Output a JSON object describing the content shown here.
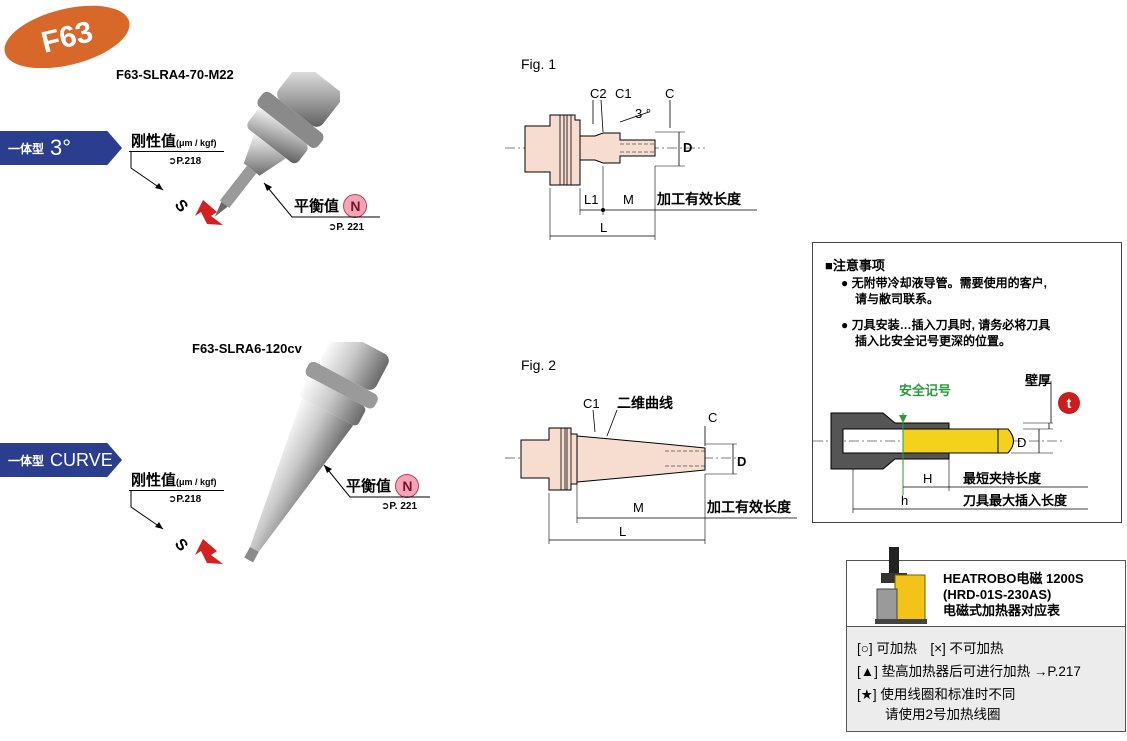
{
  "badge": {
    "text": "F63",
    "color": "#d8672a"
  },
  "products": [
    {
      "model": "F63-SLRA4-70-M22",
      "tab_small": "一体型",
      "tab_big": "3°",
      "rigidity_label": "刚性值",
      "rigidity_unit": "(μm / kgf)",
      "rigidity_page": "P.218",
      "s_label": "S",
      "balance_label": "平衡值",
      "balance_badge": "N",
      "balance_page": "P. 221"
    },
    {
      "model": "F63-SLRA6-120cv",
      "tab_small": "一体型",
      "tab_big": "CURVE",
      "rigidity_label": "刚性值",
      "rigidity_unit": "(μm / kgf)",
      "rigidity_page": "P.218",
      "s_label": "S",
      "balance_label": "平衡值",
      "balance_badge": "N",
      "balance_page": "P. 221"
    }
  ],
  "fig1": {
    "title": "Fig. 1",
    "c2": "C2",
    "c1": "C1",
    "angle": "3 °",
    "c": "C",
    "d": "D",
    "l1": "L1",
    "m": "M",
    "l": "L",
    "effective_length": "加工有效长度"
  },
  "fig2": {
    "title": "Fig. 2",
    "c1": "C1",
    "curve": "二维曲线",
    "c": "C",
    "d": "D",
    "m": "M",
    "l": "L",
    "effective_length": "加工有效长度"
  },
  "notes": {
    "title": "■注意事项",
    "bullet1_line1": "● 无附带冷却液导管。需要使用的客户,",
    "bullet1_line2": "请与敝司联系。",
    "bullet2_line1": "● 刀具安装…插入刀具时, 请务必将刀具",
    "bullet2_line2": "插入比安全记号更深的位置。",
    "safety_mark": "安全记号",
    "wall_thickness": "壁厚",
    "t_badge": "t",
    "d": "D",
    "h_upper": "H",
    "min_clamp": "最短夹持长度",
    "h_lower": "h",
    "max_insert": "刀具最大插入长度"
  },
  "heater": {
    "name_line1": "HEATROBO电磁 1200S",
    "name_line2": "(HRD-01S-230AS)",
    "name_line3": "电磁式加热器对应表",
    "legend1": "[○] 可加热　[×] 不可加热",
    "legend2": "[▲] 垫高加热器后可进行加热 →P.217",
    "legend3": "[★] 使用线圈和标准时不同",
    "legend4": "请使用2号加热线圈"
  },
  "colors": {
    "tab_blue": "#2a3d8f",
    "part_fill": "#f7ddd0",
    "arrow_red": "#d42020",
    "safety_green": "#2a9a3a",
    "tool_yellow": "#f2d21a",
    "t_red": "#cc1c1c"
  }
}
